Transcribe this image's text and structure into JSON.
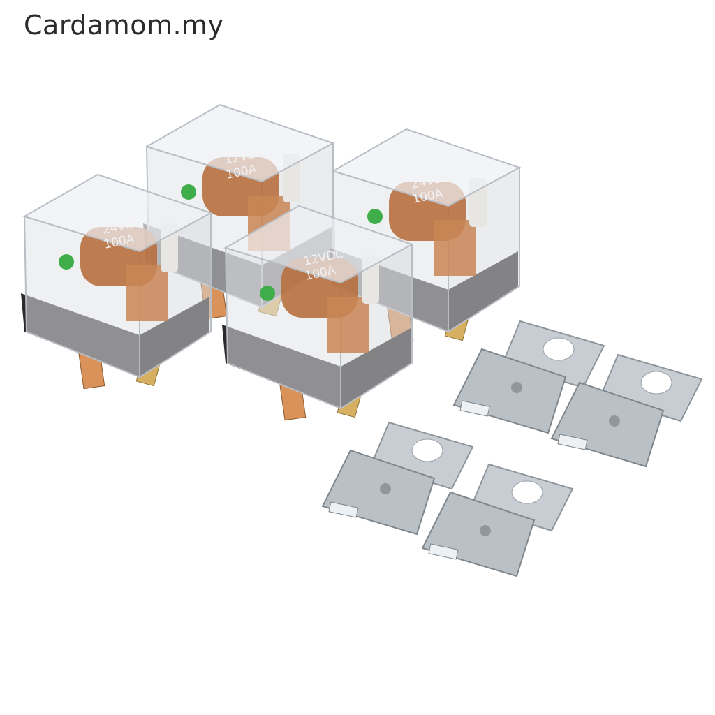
{
  "watermark": "Cardamom.my",
  "product": {
    "relays": [
      {
        "voltage_label": "12VDC",
        "current_label": "100A"
      },
      {
        "voltage_label": "24VDC",
        "current_label": "100A"
      },
      {
        "voltage_label": "24VDC",
        "current_label": "100A"
      },
      {
        "voltage_label": "12VDC",
        "current_label": "100A"
      }
    ],
    "bracket_count": 4
  },
  "colors": {
    "background": "#ffffff",
    "relay_base": "#2e2a2a",
    "coil": "#b8703f",
    "led": "#3fae4a",
    "bracket": "#b9c0c6",
    "terminal_copper": "#d9925a",
    "terminal_brass": "#d6b060"
  }
}
